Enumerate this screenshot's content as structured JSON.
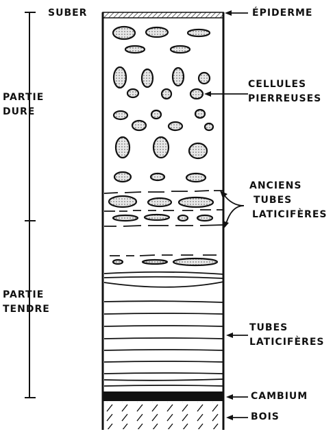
{
  "left_labels": {
    "suber": "SUBER",
    "partie_dure": [
      "PARTIE",
      "DURE"
    ],
    "partie_tendre": [
      "PARTIE",
      "TENDRE"
    ]
  },
  "right_labels": {
    "epiderme": "ÉPIDERME",
    "cellules_pierreuses": [
      "CELLULES",
      "PIERREUSES"
    ],
    "anciens_tubes": [
      "ANCIENS",
      "TUBES",
      "LATICIFÈRES"
    ],
    "tubes_laticiferes": [
      "TUBES",
      "LATICIFÈRES"
    ],
    "cambium": "CAMBIUM",
    "bois": "BOIS"
  }
}
